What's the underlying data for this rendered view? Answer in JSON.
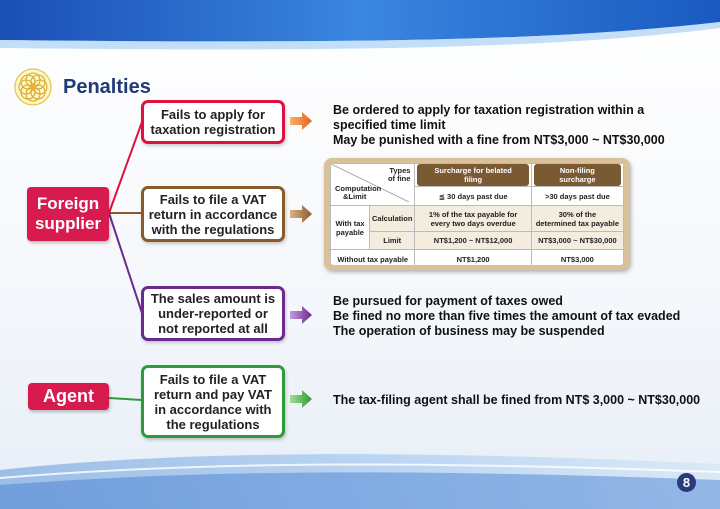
{
  "header": {
    "title": "Penalties"
  },
  "categories": {
    "foreign": [
      "Foreign",
      "supplier"
    ],
    "agent": "Agent"
  },
  "violations": [
    [
      "Fails to apply for",
      "taxation registration"
    ],
    [
      "Fails to file a VAT",
      "return in accordance",
      "with the regulations"
    ],
    [
      "The sales amount is",
      "under-reported or",
      "not reported at all"
    ],
    [
      "Fails to file a VAT",
      "return and pay VAT",
      "in accordance with",
      "the regulations"
    ]
  ],
  "penalties": {
    "registration": [
      "Be ordered to apply for taxation registration within a",
      "specified time limit",
      "May be punished with a fine from NT$3,000 ~ NT$30,000"
    ],
    "underreport": [
      "Be pursued for payment of taxes owed",
      "Be fined no more than five times the amount of tax evaded",
      "The operation of business may be suspended"
    ],
    "agent": [
      "The tax-filing agent shall be fined from NT$ 3,000 ~ NT$30,000"
    ]
  },
  "table": {
    "corner_top": [
      "Types",
      "of fine"
    ],
    "corner_bottom": [
      "Computation",
      "&Limit"
    ],
    "col_headers": [
      "Surcharge for belated filing",
      "Non-filing surcharge"
    ],
    "col_sub": [
      "≦ 30 days past due",
      ">30 days past due"
    ],
    "group_label": [
      "With tax",
      "payable"
    ],
    "rows": [
      {
        "label": "Calculation",
        "c1": [
          "1% of the tax payable for",
          "every two days overdue"
        ],
        "c2": [
          "30% of the",
          "determined tax payable"
        ]
      },
      {
        "label": "Limit",
        "c1": "NT$1,200 ~ NT$12,000",
        "c2": "NT$3,000 ~ NT$30,000"
      }
    ],
    "without": {
      "label": "Without tax payable",
      "c1": "NT$1,200",
      "c2": "NT$3,000"
    }
  },
  "page_number": "8",
  "colors": {
    "category_bg": "#d81b4f",
    "red": "#e0103f",
    "brown": "#8a5a2a",
    "purple": "#6a2a90",
    "green": "#2e9a3a",
    "title": "#1e3a78"
  },
  "icons": {
    "logo": "flower-logo-icon",
    "arrow": "arrow-right-icon"
  }
}
